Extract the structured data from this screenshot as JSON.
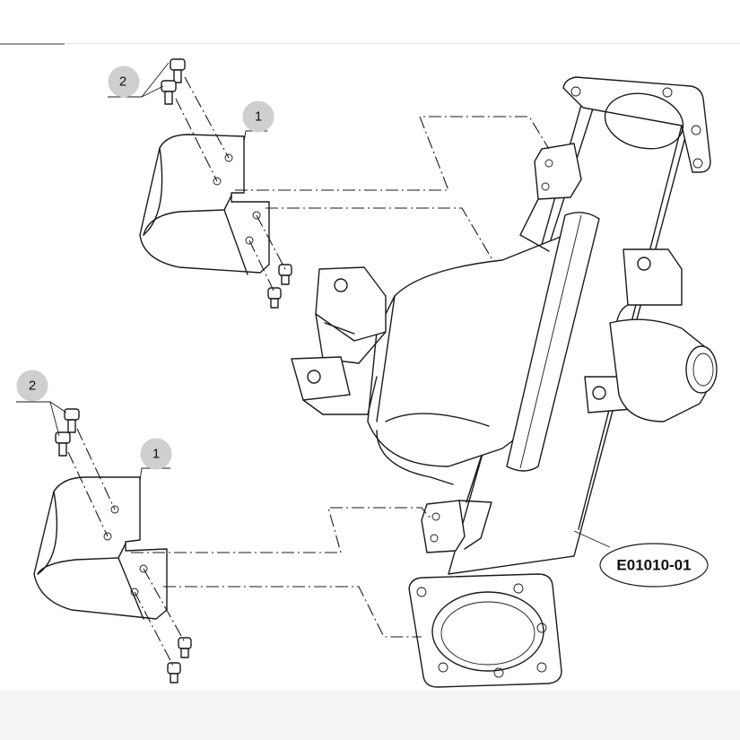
{
  "diagram": {
    "reference_code": "E01010-01",
    "callouts": {
      "bolt_upper": "2",
      "bracket_upper": "1",
      "bolt_lower": "2",
      "bracket_lower": "1"
    }
  },
  "colors": {
    "line": "#1a1a1a",
    "callout_bubble": "#cfcfcf",
    "background": "#ffffff"
  }
}
